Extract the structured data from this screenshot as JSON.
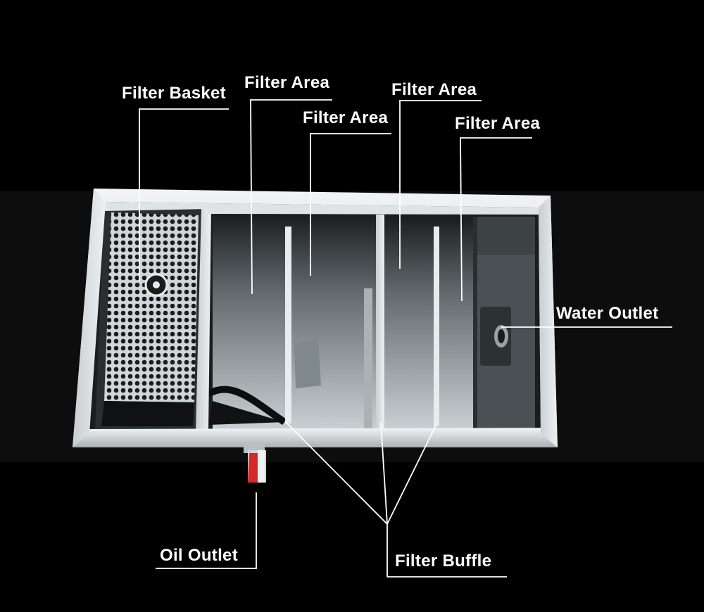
{
  "labels": {
    "filter_basket": "Filter Basket",
    "filter_area_1": "Filter Area",
    "filter_area_2": "Filter Area",
    "filter_area_3": "Filter Area",
    "filter_area_4": "Filter Area",
    "water_outlet": "Water Outlet",
    "oil_outlet": "Oil Outlet",
    "filter_buffle": "Filter Buffle"
  },
  "colors": {
    "background": "#000000",
    "band": "#0d0d0d",
    "steel": "#d8dcde",
    "steel_dark": "#8a9093",
    "chamber": "#3d4245",
    "chamber_light": "#b7bfc3",
    "label_text": "#ffffff",
    "leader_line": "#ffffff",
    "valve_red": "#d42a2a"
  }
}
